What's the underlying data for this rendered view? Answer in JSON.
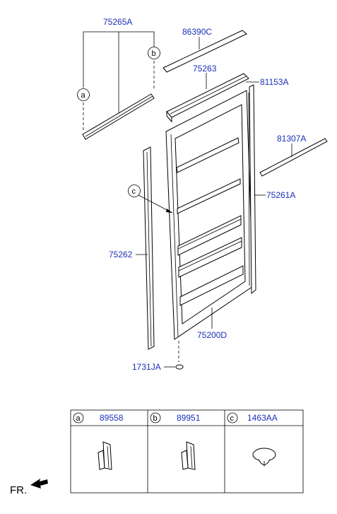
{
  "callouts": {
    "c75265A": "75265A",
    "c86390C": "86390C",
    "c75263": "75263",
    "c81153A": "81153A",
    "c81307A": "81307A",
    "c75261A": "75261A",
    "c75262": "75262",
    "c75200D": "75200D",
    "c1731JA": "1731JA"
  },
  "markers": {
    "a": "a",
    "b": "b",
    "c": "c"
  },
  "legend": [
    {
      "marker": "a",
      "part": "89558"
    },
    {
      "marker": "b",
      "part": "89951"
    },
    {
      "marker": "c",
      "part": "1463AA"
    }
  ],
  "direction_label": "FR."
}
